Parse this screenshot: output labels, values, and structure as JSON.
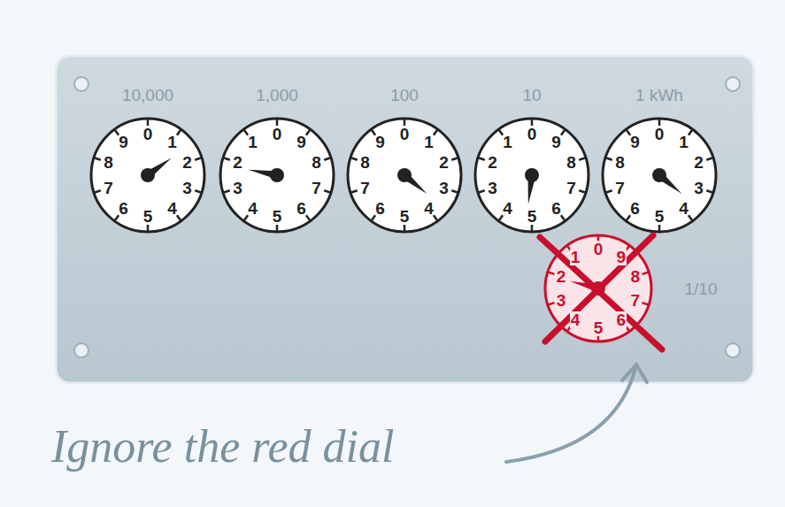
{
  "diagram": {
    "nodes": [
      {
        "text": [
          "10,000",
          "0",
          "1",
          "2",
          "3",
          "4",
          "5",
          "6",
          "7",
          "8",
          "9"
        ]
      },
      {
        "text": [
          "1,000",
          "0",
          "1",
          "2",
          "3",
          "4",
          "5",
          "6",
          "7",
          "8",
          "9"
        ]
      },
      {
        "text": [
          "100",
          "0",
          "1",
          "2",
          "3",
          "4",
          "5",
          "6",
          "7",
          "8",
          "9"
        ]
      },
      {
        "text": [
          "10",
          "0",
          "1",
          "2",
          "3",
          "4",
          "5",
          "6",
          "7",
          "8",
          "9"
        ]
      },
      {
        "text": [
          "1 kWh",
          "0",
          "1",
          "2",
          "3",
          "4",
          "5",
          "6",
          "7",
          "8",
          "9"
        ]
      },
      {
        "text": [
          "1/10",
          "0",
          "1",
          "2",
          "3",
          "4",
          "5",
          "6",
          "7",
          "8",
          "9"
        ]
      }
    ],
    "labels": [
      "Ignore the red dial"
    ]
  }
}
